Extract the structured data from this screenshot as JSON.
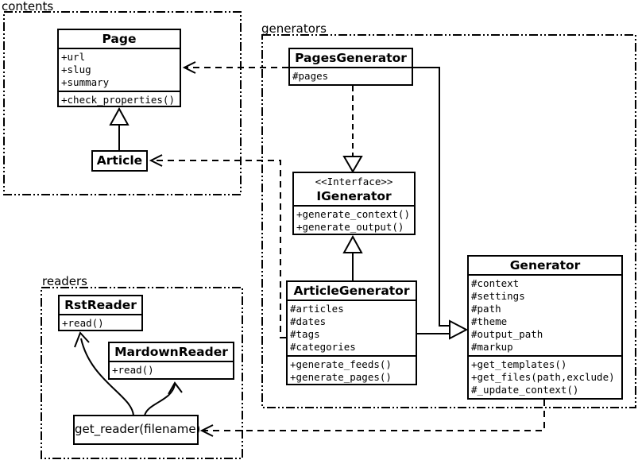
{
  "packages": {
    "contents": {
      "label": "contents"
    },
    "generators": {
      "label": "generators"
    },
    "readers": {
      "label": "readers"
    }
  },
  "classes": {
    "page": {
      "title": "Page",
      "attributes": [
        "+url",
        "+slug",
        "+summary"
      ],
      "methods": [
        "+check_properties()"
      ]
    },
    "article": {
      "title": "Article"
    },
    "pages_generator": {
      "title": "PagesGenerator",
      "attributes": [
        "#pages"
      ]
    },
    "igenerator": {
      "stereotype": "<<Interface>>",
      "title": "IGenerator",
      "methods": [
        "+generate_context()",
        "+generate_output()"
      ]
    },
    "article_generator": {
      "title": "ArticleGenerator",
      "attributes": [
        "#articles",
        "#dates",
        "#tags",
        "#categories"
      ],
      "methods": [
        "+generate_feeds()",
        "+generate_pages()"
      ]
    },
    "generator": {
      "title": "Generator",
      "attributes": [
        "#context",
        "#settings",
        "#path",
        "#theme",
        "#output_path",
        "#markup"
      ],
      "methods": [
        "+get_templates()",
        "+get_files(path,exclude)",
        "#_update_context()"
      ]
    },
    "rst_reader": {
      "title": "RstReader",
      "methods": [
        "+read()"
      ]
    },
    "mardown_reader": {
      "title": "MardownReader",
      "methods": [
        "+read()"
      ]
    },
    "get_reader": {
      "title": "get_reader(filename)"
    }
  },
  "relations": {
    "article_extends_page": "generalization",
    "articlegenerator_realizes_igenerator": "generalization",
    "pagesgenerator_realizes_igenerator": "dashed-realization",
    "pagesgenerator_extends_generator": "generalization",
    "articlegenerator_extends_generator": "generalization",
    "pagesgenerator_uses_page": "dependency",
    "articlegenerator_uses_article": "dependency",
    "generator_uses_get_reader": "dependency",
    "get_reader_to_rstreader": "arrow",
    "get_reader_to_mardownreader": "arrow"
  },
  "colors": {
    "line": "#000000",
    "background": "#ffffff"
  }
}
